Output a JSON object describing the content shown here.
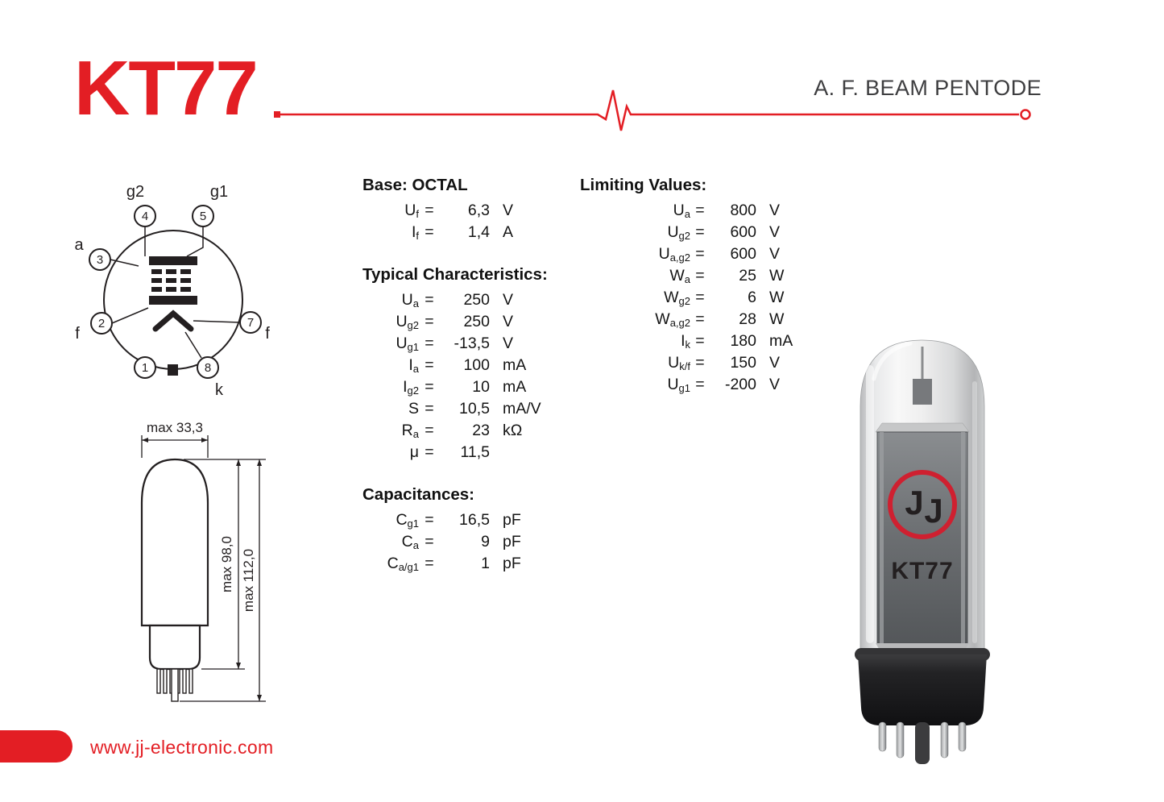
{
  "page": {
    "title": "KT77",
    "subtitle": "A. F. BEAM PENTODE",
    "website": "www.jj-electronic.com",
    "accent_color": "#e31e24",
    "equals": "="
  },
  "pin_diagram": {
    "pins": {
      "p1": "1",
      "p2": "2",
      "p3": "3",
      "p4": "4",
      "p5": "5",
      "p7": "7",
      "p8": "8"
    },
    "electrodes": {
      "g2": "g2",
      "g1": "g1",
      "a": "a",
      "f_left": "f",
      "f_right": "f",
      "k": "k"
    }
  },
  "dimensions": {
    "width_label": "max 33,3",
    "height_inner_label": "max 98,0",
    "height_outer_label": "max 112,0"
  },
  "specs": {
    "base": {
      "heading": "Base: OCTAL",
      "rows": [
        {
          "label": "U",
          "sub": "f",
          "value": "6,3",
          "unit": "V"
        },
        {
          "label": "I",
          "sub": "f",
          "value": "1,4",
          "unit": "A"
        }
      ]
    },
    "typical": {
      "heading": "Typical Characteristics:",
      "rows": [
        {
          "label": "U",
          "sub": "a",
          "value": "250",
          "unit": "V"
        },
        {
          "label": "U",
          "sub": "g2",
          "value": "250",
          "unit": "V"
        },
        {
          "label": "U",
          "sub": "g1",
          "value": "-13,5",
          "unit": "V"
        },
        {
          "label": "I",
          "sub": "a",
          "value": "100",
          "unit": "mA"
        },
        {
          "label": "I",
          "sub": "g2",
          "value": "10",
          "unit": "mA"
        },
        {
          "label": "S",
          "sub": "",
          "value": "10,5",
          "unit": "mA/V"
        },
        {
          "label": "R",
          "sub": "a",
          "value": "23",
          "unit": "kΩ"
        },
        {
          "label": "μ",
          "sub": "",
          "value": "11,5",
          "unit": ""
        }
      ]
    },
    "capacitances": {
      "heading": "Capacitances:",
      "rows": [
        {
          "label": "C",
          "sub": "g1",
          "value": "16,5",
          "unit": "pF"
        },
        {
          "label": "C",
          "sub": "a",
          "value": "9",
          "unit": "pF"
        },
        {
          "label": "C",
          "sub": "a/g1",
          "value": "1",
          "unit": "pF"
        }
      ]
    },
    "limiting": {
      "heading": "Limiting Values:",
      "rows": [
        {
          "label": "U",
          "sub": "a",
          "value": "800",
          "unit": "V"
        },
        {
          "label": "U",
          "sub": "g2",
          "value": "600",
          "unit": "V"
        },
        {
          "label": "U",
          "sub": "a,g2",
          "value": "600",
          "unit": "V"
        },
        {
          "label": "W",
          "sub": "a",
          "value": "25",
          "unit": "W"
        },
        {
          "label": "W",
          "sub": "g2",
          "value": "6",
          "unit": "W"
        },
        {
          "label": "W",
          "sub": "a,g2",
          "value": "28",
          "unit": "W"
        },
        {
          "label": "I",
          "sub": "k",
          "value": "180",
          "unit": "mA"
        },
        {
          "label": "U",
          "sub": "k/f",
          "value": "150",
          "unit": "V"
        },
        {
          "label": "U",
          "sub": "g1",
          "value": "-200",
          "unit": "V"
        }
      ]
    }
  },
  "tube_photo": {
    "logo_j": "J",
    "model_text": "KT77"
  }
}
